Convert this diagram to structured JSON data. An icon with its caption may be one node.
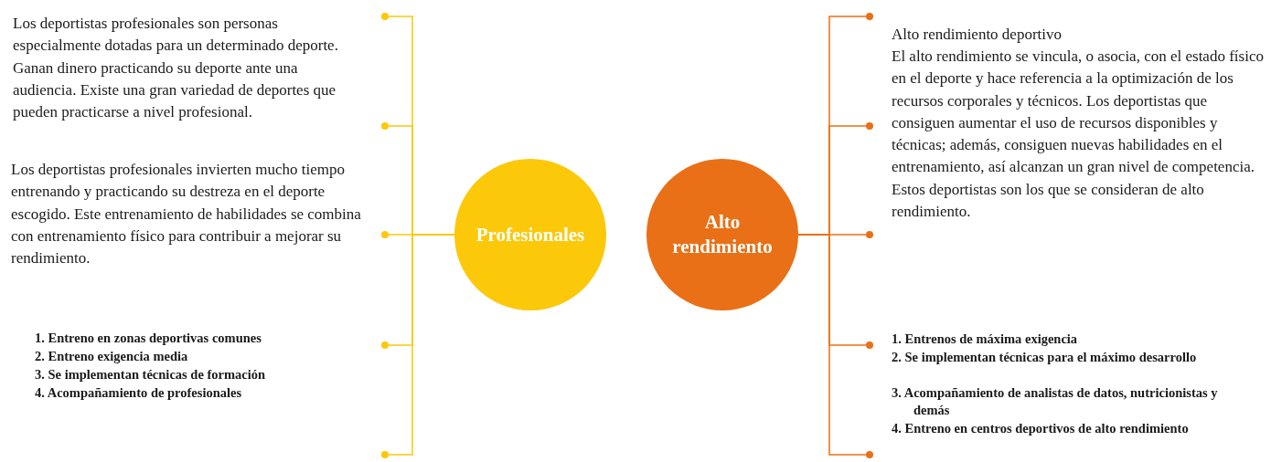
{
  "diagram": {
    "nodes": [
      {
        "text": [],
        "shape": "circle"
      },
      {
        "text": [],
        "shape": "circle"
      },
      {
        "text": [],
        "shape": "circle"
      },
      {
        "text": [],
        "shape": "circle"
      },
      {
        "text": [],
        "shape": "circle"
      },
      {
        "text": [
          "Profesionales"
        ]
      },
      {
        "text": [
          "Alto rendimiento"
        ]
      },
      {
        "text": [],
        "shape": "circle"
      },
      {
        "text": [],
        "shape": "circle"
      },
      {
        "text": [],
        "shape": "circle"
      },
      {
        "text": [],
        "shape": "circle"
      },
      {
        "text": [],
        "shape": "circle"
      }
    ],
    "edges": [
      {
        "from": 5,
        "to": 0,
        "arrow": "none",
        "color": "#fcc80a"
      },
      {
        "from": 5,
        "to": 1,
        "arrow": "none",
        "color": "#fcc80a"
      },
      {
        "from": 5,
        "to": 2,
        "arrow": "none",
        "color": "#fcc80a"
      },
      {
        "from": 5,
        "to": 3,
        "arrow": "none",
        "color": "#fcc80a"
      },
      {
        "from": 5,
        "to": 4,
        "arrow": "none",
        "color": "#fcc80a"
      },
      {
        "from": 6,
        "to": 7,
        "arrow": "none",
        "color": "#e97016"
      },
      {
        "from": 6,
        "to": 8,
        "arrow": "none",
        "color": "#e97016"
      },
      {
        "from": 6,
        "to": 9,
        "arrow": "none",
        "color": "#e97016"
      },
      {
        "from": 6,
        "to": 10,
        "arrow": "none",
        "color": "#e97016"
      },
      {
        "from": 6,
        "to": 11,
        "arrow": "none",
        "color": "#e97016"
      }
    ],
    "labels": [
      "Los deportistas profesionales son personas especialmente dotadas para un determinado deporte. Ganan dinero practicando su deporte ante una audiencia. Existe una gran variedad de deportes que pueden practicarse a nivel profesional.",
      "Los deportistas profesionales invierten mucho tiempo entrenando y practicando su destreza en el deporte escogido. Este entrenamiento de habilidades se combina con entrenamiento físico para contribuir a mejorar su rendimiento.",
      "1. Entreno en zonas deportivas comunes",
      "2. Entreno exigencia media",
      "3. Se implementan técnicas de formación",
      "4. Acompañamiento de profesionales",
      "Alto rendimiento deportivo",
      "El alto rendimiento se vincula, o asocia, con el estado físico en el deporte y hace referencia a la optimización de los recursos corporales y técnicos. Los deportistas que consiguen aumentar el uso de recursos disponibles y técnicas; además, consiguen nuevas habilidades en el entrenamiento, así alcanzan un gran nivel de competencia. Estos deportistas son los que se consideran de alto rendimiento.",
      "1. Entrenos de máxima exigencia",
      "2. Se implementan técnicas para el máximo desarrollo",
      "3. Acompañamiento de analistas de datos, nutricionistas y demás",
      "4. Entreno en centros deportivos de alto rendimiento"
    ]
  }
}
